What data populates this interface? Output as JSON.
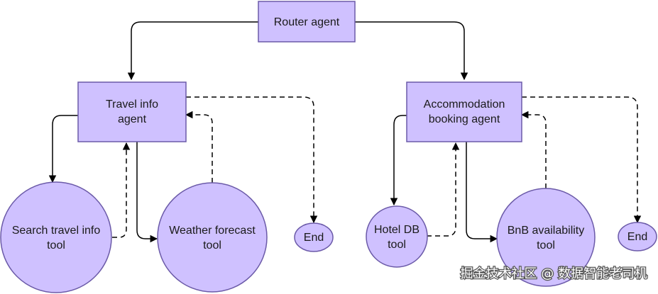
{
  "diagram": {
    "fill_color": "#cfc1ff",
    "stroke_color": "#6b5aa8",
    "nodes": {
      "router": {
        "lines": [
          "Router agent"
        ]
      },
      "travel_info_agent": {
        "lines": [
          "Travel info",
          "agent"
        ]
      },
      "accommodation_agent": {
        "lines": [
          "Accommodation",
          "booking agent"
        ]
      },
      "search_tool": {
        "lines": [
          "Search travel info",
          "tool"
        ]
      },
      "weather_tool": {
        "lines": [
          "Weather forecast",
          "tool"
        ]
      },
      "end_left": {
        "lines": [
          "End"
        ]
      },
      "hotel_tool": {
        "lines": [
          "Hotel DB",
          "tool"
        ]
      },
      "bnb_tool": {
        "lines": [
          "BnB availability",
          "tool"
        ]
      },
      "end_right": {
        "lines": [
          "End"
        ]
      }
    }
  },
  "watermark": {
    "text": "掘金技术社区 @ 数据智能老司机"
  }
}
